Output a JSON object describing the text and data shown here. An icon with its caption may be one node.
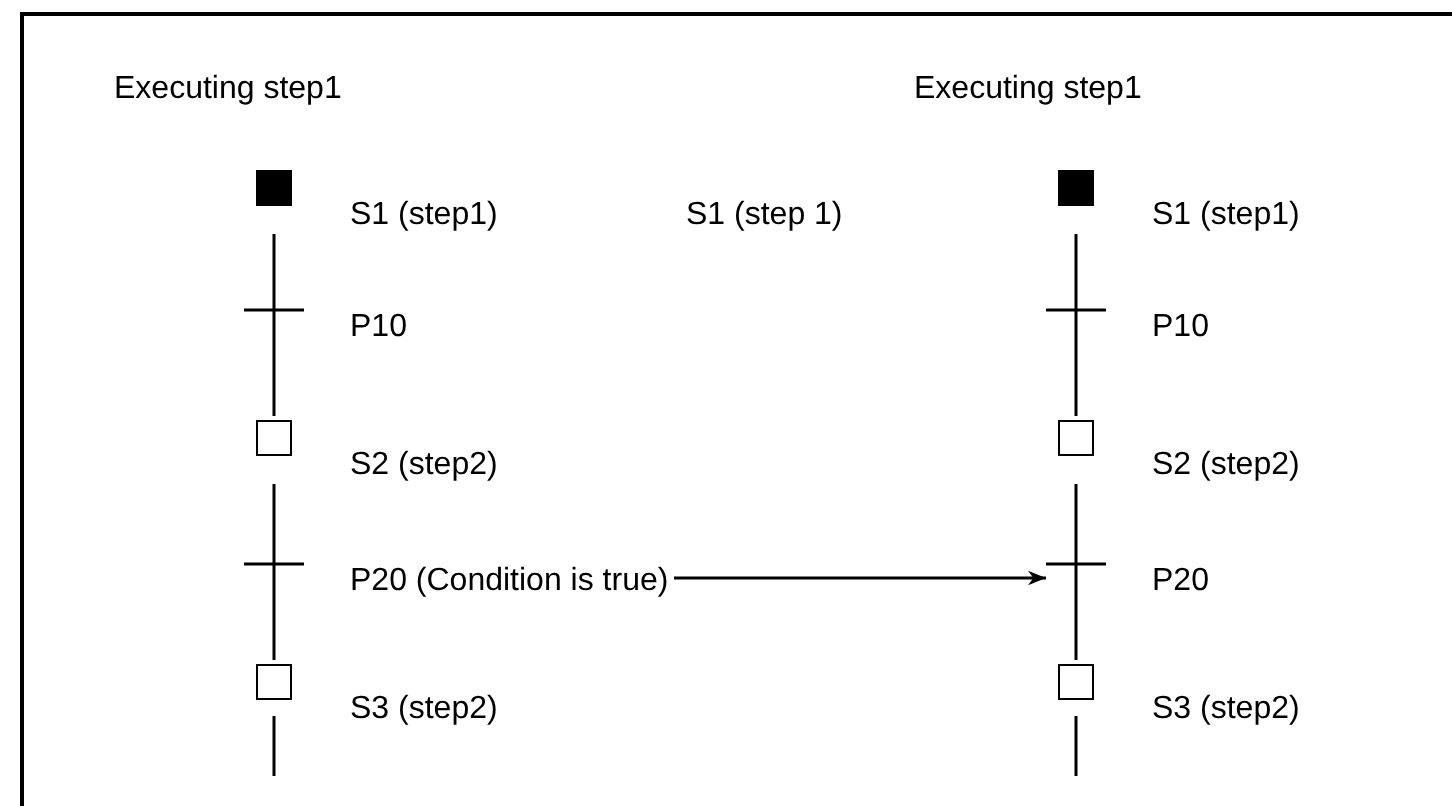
{
  "diagram": {
    "nodes": [
      {
        "text": [
          "S1 (step1)"
        ]
      },
      {
        "text": [
          "P10"
        ]
      },
      {
        "text": [
          "S2 (step2)"
        ]
      },
      {
        "text": [
          "P20 (Condition is true)"
        ]
      },
      {
        "text": [
          "S3 (step2)"
        ]
      },
      {
        "text": [
          "S1 (step1)"
        ]
      },
      {
        "text": [
          "P10"
        ]
      },
      {
        "text": [
          "S2 (step2)"
        ]
      },
      {
        "text": [
          "P20"
        ]
      },
      {
        "text": [
          "S3 (step2)"
        ]
      }
    ],
    "edges": [
      {
        "from": 0,
        "to": 1,
        "arrow": "none"
      },
      {
        "from": 1,
        "to": 2,
        "arrow": "none"
      },
      {
        "from": 2,
        "to": 3,
        "arrow": "none"
      },
      {
        "from": 3,
        "to": 4,
        "arrow": "none"
      },
      {
        "from": 4,
        "to": null,
        "arrow": "none"
      },
      {
        "from": 5,
        "to": 6,
        "arrow": "none"
      },
      {
        "from": 6,
        "to": 7,
        "arrow": "none"
      },
      {
        "from": 7,
        "to": 8,
        "arrow": "none"
      },
      {
        "from": 8,
        "to": 9,
        "arrow": "none"
      },
      {
        "from": 9,
        "to": null,
        "arrow": "none"
      },
      {
        "from": 3,
        "to": 8,
        "arrow": "to"
      }
    ],
    "labels": [
      "Executing step1",
      "Executing step1",
      "S1 (step 1)"
    ]
  }
}
